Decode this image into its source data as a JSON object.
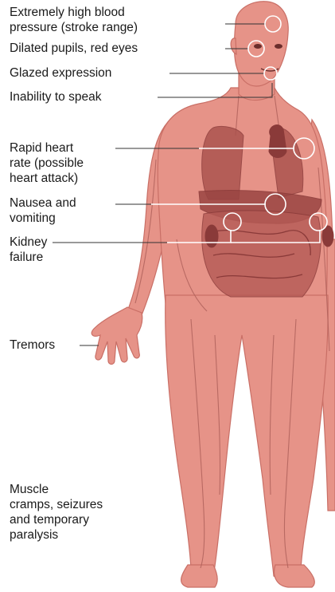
{
  "colors": {
    "skin": "#e69388",
    "skin_shadow": "#c96f66",
    "organ": "#a8504c",
    "organ_dark": "#8a3a39",
    "vein": "#b0625c",
    "callout": "#ffffff",
    "label_text": "#1a1a1a"
  },
  "labels": [
    {
      "id": "blood-pressure",
      "text": "Extremely high blood\npressure (stroke range)"
    },
    {
      "id": "pupils",
      "text": "Dilated pupils, red eyes"
    },
    {
      "id": "glazed",
      "text": "Glazed expression"
    },
    {
      "id": "speak",
      "text": "Inability to speak"
    },
    {
      "id": "heart",
      "text": "Rapid heart\nrate (possible\nheart attack)"
    },
    {
      "id": "nausea",
      "text": "Nausea and\nvomiting"
    },
    {
      "id": "kidney",
      "text": "Kidney\nfailure"
    },
    {
      "id": "tremors",
      "text": "Tremors"
    },
    {
      "id": "muscle",
      "text": "Muscle\ncramps, seizures\nand temporary\nparalysis"
    }
  ]
}
